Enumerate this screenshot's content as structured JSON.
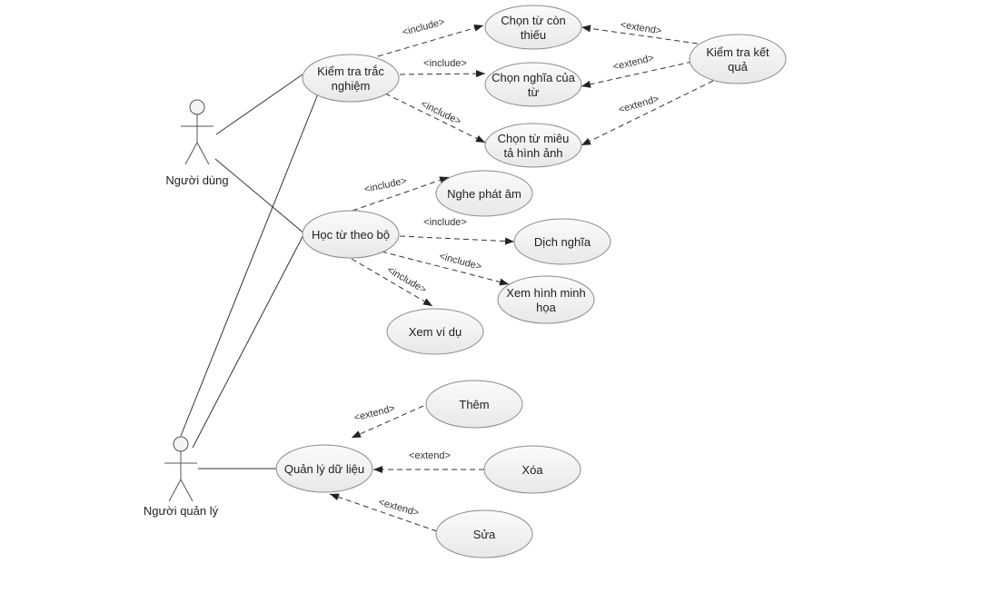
{
  "actors": [
    {
      "id": "user",
      "label": "Người dùng"
    },
    {
      "id": "admin",
      "label": "Người quản lý"
    }
  ],
  "usecases": [
    {
      "id": "kiemtra",
      "lines": [
        "Kiểm tra trắc",
        "nghiệm"
      ]
    },
    {
      "id": "chontu",
      "lines": [
        "Chọn từ còn",
        "thiếu"
      ]
    },
    {
      "id": "chonnghia",
      "lines": [
        "Chọn nghĩa của",
        "từ"
      ]
    },
    {
      "id": "chonmieuta",
      "lines": [
        "Chọn từ miêu",
        "tả hình ảnh"
      ]
    },
    {
      "id": "ketqua",
      "lines": [
        "Kiểm tra kết",
        "quả"
      ]
    },
    {
      "id": "hoctu",
      "lines": [
        "Học từ theo bộ"
      ]
    },
    {
      "id": "nghe",
      "lines": [
        "Nghe phát âm"
      ]
    },
    {
      "id": "dich",
      "lines": [
        "Dịch nghĩa"
      ]
    },
    {
      "id": "xemhinh",
      "lines": [
        "Xem hình minh",
        "họa"
      ]
    },
    {
      "id": "xemvidu",
      "lines": [
        "Xem ví dụ"
      ]
    },
    {
      "id": "quanly",
      "lines": [
        "Quản lý dữ liệu"
      ]
    },
    {
      "id": "them",
      "lines": [
        "Thêm"
      ]
    },
    {
      "id": "xoa",
      "lines": [
        "Xóa"
      ]
    },
    {
      "id": "sua",
      "lines": [
        "Sửa"
      ]
    }
  ],
  "associations": [
    {
      "from": "user",
      "to": "kiemtra"
    },
    {
      "from": "user",
      "to": "hoctu"
    },
    {
      "from": "admin",
      "to": "kiemtra"
    },
    {
      "from": "admin",
      "to": "hoctu"
    },
    {
      "from": "admin",
      "to": "quanly"
    }
  ],
  "dependencies": [
    {
      "from": "kiemtra",
      "to": "chontu",
      "label": "<include>"
    },
    {
      "from": "kiemtra",
      "to": "chonnghia",
      "label": "<include>"
    },
    {
      "from": "kiemtra",
      "to": "chonmieuta",
      "label": "<include>"
    },
    {
      "from": "ketqua",
      "to": "chontu",
      "label": "<extend>"
    },
    {
      "from": "ketqua",
      "to": "chonnghia",
      "label": "<extend>"
    },
    {
      "from": "ketqua",
      "to": "chonmieuta",
      "label": "<extend>"
    },
    {
      "from": "hoctu",
      "to": "nghe",
      "label": "<include>"
    },
    {
      "from": "hoctu",
      "to": "dich",
      "label": "<include>"
    },
    {
      "from": "hoctu",
      "to": "xemhinh",
      "label": "<include>"
    },
    {
      "from": "hoctu",
      "to": "xemvidu",
      "label": "<include>"
    },
    {
      "from": "them",
      "to": "quanly",
      "label": "<extend>"
    },
    {
      "from": "xoa",
      "to": "quanly",
      "label": "<extend>"
    },
    {
      "from": "sua",
      "to": "quanly",
      "label": "<extend>"
    }
  ]
}
